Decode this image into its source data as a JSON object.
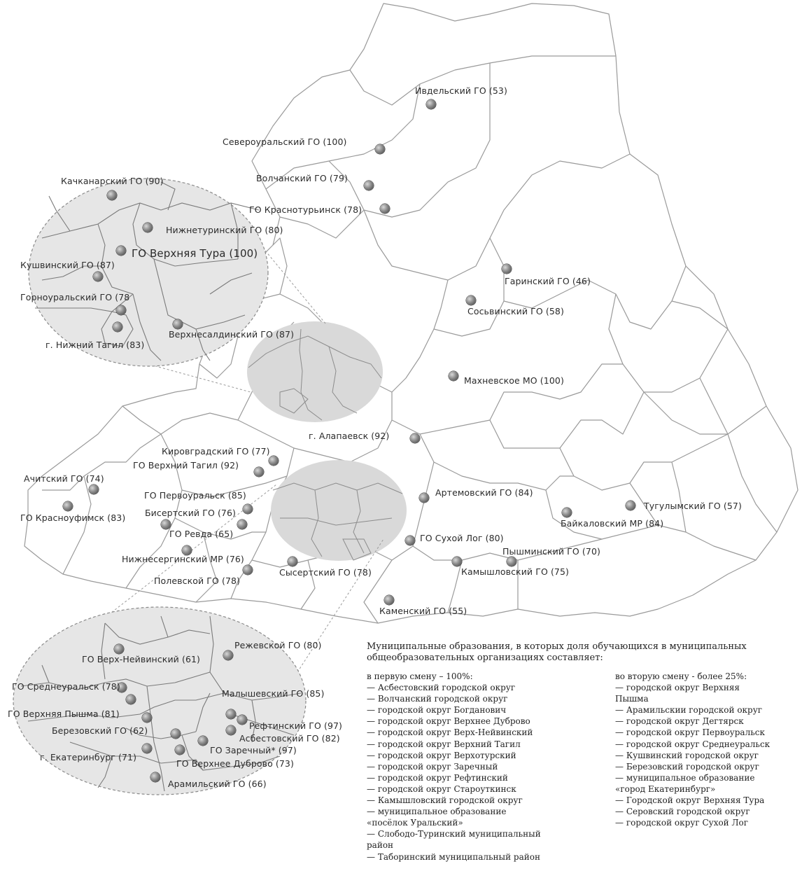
{
  "places": [
    {
      "id": "ivdel",
      "label": "Ивдельский ГО (53)"
    },
    {
      "id": "severouralsk",
      "label": "Североуральский ГО (100)"
    },
    {
      "id": "volchansk",
      "label": "Волчанский ГО (79)"
    },
    {
      "id": "krasnoturinsk",
      "label": "ГО Краснотурьинск (78)"
    },
    {
      "id": "garinsky",
      "label": "Гаринский ГО (46)"
    },
    {
      "id": "sosva",
      "label": "Сосьвинский ГО (58)"
    },
    {
      "id": "makhnevo",
      "label": "Махневское МО (100)"
    },
    {
      "id": "alapaevsk",
      "label": "г. Алапаевск (92)"
    },
    {
      "id": "kirovgrad",
      "label": "Кировградский ГО (77)"
    },
    {
      "id": "vtagil",
      "label": "ГО Верхний Тагил (92)"
    },
    {
      "id": "achit",
      "label": "Ачитский ГО (74)"
    },
    {
      "id": "pervouralsk",
      "label": "ГО Первоуральск (85)"
    },
    {
      "id": "krasnoufimsk",
      "label": "ГО Красноуфимск (83)"
    },
    {
      "id": "bisert",
      "label": "Бисертский ГО (76)"
    },
    {
      "id": "revda",
      "label": "ГО Ревда (65)"
    },
    {
      "id": "nizhneserginsky",
      "label": "Нижнесергинский МР (76)"
    },
    {
      "id": "polevskoy",
      "label": "Полевской ГО (78)"
    },
    {
      "id": "sysert",
      "label": "Сысертский ГО (78)"
    },
    {
      "id": "artemovsky",
      "label": "Артемовский ГО (84)"
    },
    {
      "id": "sukhoylog",
      "label": "ГО Сухой Лог (80)"
    },
    {
      "id": "pyshma",
      "label": "Пышминский ГО (70)"
    },
    {
      "id": "kamyshlovsky",
      "label": "Камышловский ГО (75)"
    },
    {
      "id": "kamensky",
      "label": "Каменский ГО (55)"
    },
    {
      "id": "baikalovo",
      "label": "Байкаловский МР (84)"
    },
    {
      "id": "tugulym",
      "label": "Тугулымский ГО (57)"
    }
  ],
  "inset_north": [
    {
      "id": "kachkanar",
      "label": "Качканарский ГО (90)"
    },
    {
      "id": "nizhnyaya_tura",
      "label": "Нижнетуринский ГО (80)"
    },
    {
      "id": "verkhnyaya_tura",
      "label": "ГО Верхняя Тура (100)"
    },
    {
      "id": "kushva",
      "label": "Кушвинский ГО (87)"
    },
    {
      "id": "gornouralsky",
      "label": "Горноуральский ГО (78"
    },
    {
      "id": "vsalda",
      "label": "Верхнесалдинский ГО (87)"
    },
    {
      "id": "ntagil",
      "label": "г. Нижний Тагил (83)"
    }
  ],
  "inset_south": [
    {
      "id": "rezh",
      "label": "Режевской ГО (80)"
    },
    {
      "id": "verkhneyvinsky",
      "label": "ГО Верх-Нейвинский (61)"
    },
    {
      "id": "sredneuralsk",
      "label": "ГО Среднеуральск (78)"
    },
    {
      "id": "malysheva",
      "label": "Малышевский ГО (85)"
    },
    {
      "id": "vpyshma",
      "label": "ГО Верхняя Пышма (81)"
    },
    {
      "id": "reftinsky",
      "label": "Рефтинский ГО (97)"
    },
    {
      "id": "berezovsky",
      "label": "Березовский ГО (62)"
    },
    {
      "id": "asbest",
      "label": "Асбестовский ГО (82)"
    },
    {
      "id": "zarechny",
      "label": "ГО Заречный* (97)"
    },
    {
      "id": "ekb",
      "label": "г. Екатеринбург (71)"
    },
    {
      "id": "vdubrovo",
      "label": "ГО Верхнее Дуброво (73)"
    },
    {
      "id": "aramil",
      "label": "Арамильский ГО (66)"
    }
  ],
  "legend": {
    "title": "Муниципальные образования, в которых доля обучающихся в муниципальных общеобразовательных организациях составляет:",
    "col1_heading": "в первую смену – 100%:",
    "col1_items": [
      "— Асбестовский городской округ",
      "— Волчанский городской округ",
      "— городской округ Богданович",
      "— городской округ Верхнее Дуброво",
      "— городской округ Верх-Нейвинский",
      "— городской округ Верхний Тагил",
      "— городской округ Верхотурский",
      "— городской округ Заречный",
      "— городской округ Рефтинский",
      "— городской округ Староуткинск",
      "— Камышловский городской округ",
      "— муниципальное образование",
      "«посёлок Уральский»",
      "— Слободо-Туринский муниципальный",
      "район",
      "— Таборинский муниципальный район"
    ],
    "col2_heading": "во вторую смену - более 25%:",
    "col2_items": [
      "— городской округ Верхняя",
      "Пышма",
      "— Арамильскии городской округ",
      "— городской округ Дегтярск",
      "— городской округ Первоуральск",
      "— городской округ Среднеуральск",
      "— Кушвинский городской округ",
      "— Березовский городской округ",
      "— муниципальное образование",
      "«город Екатеринбург»",
      "— Городской округ Верхняя Тура",
      "— Серовский городской округ",
      "— городской округ Сухой Лог"
    ]
  }
}
